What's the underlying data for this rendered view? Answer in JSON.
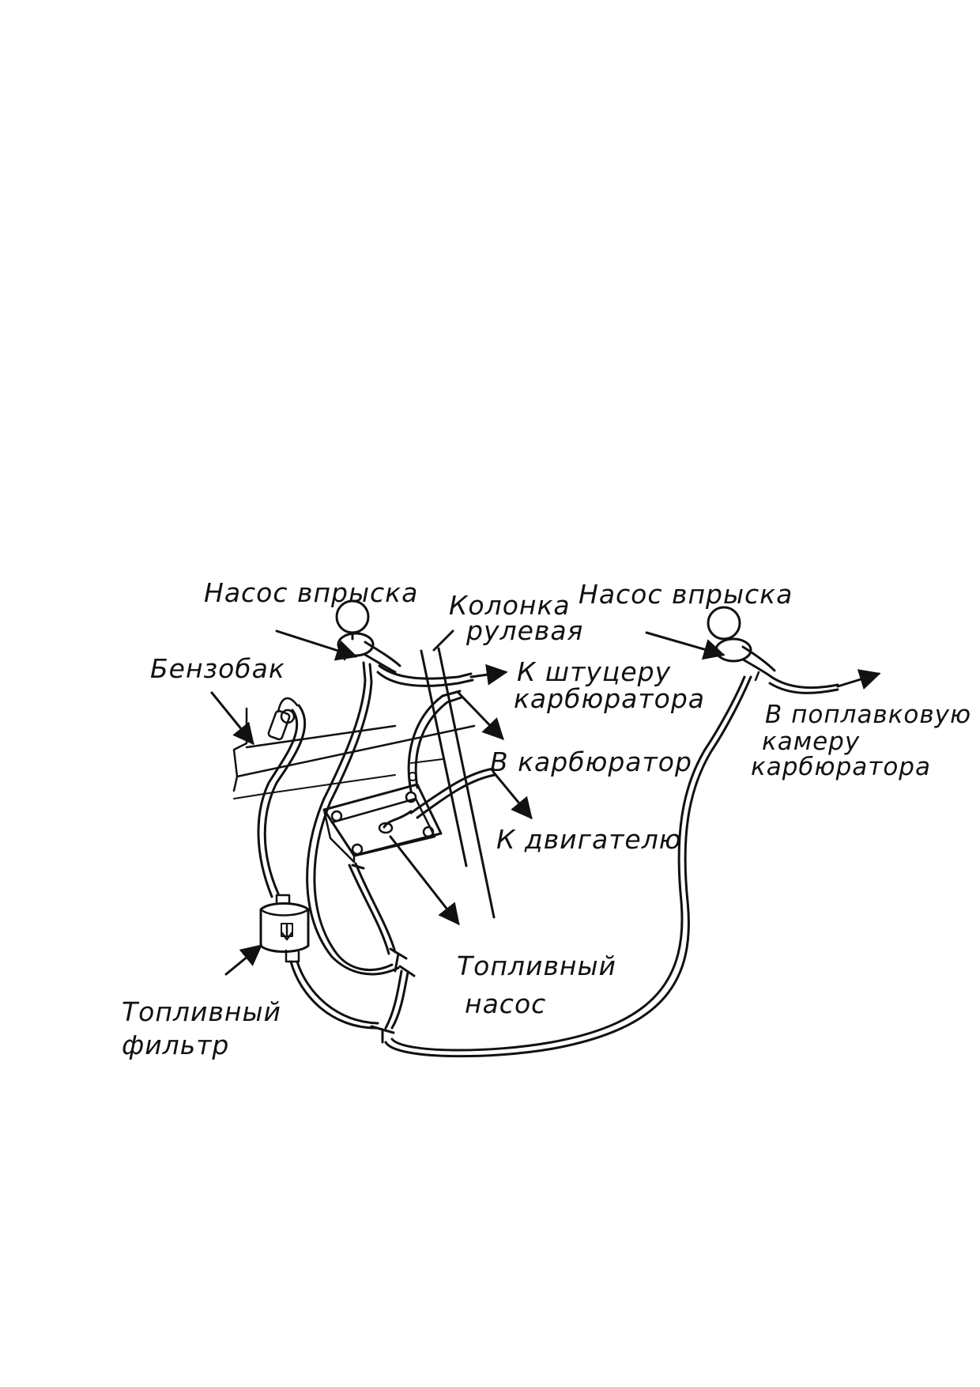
{
  "labels": {
    "pump_left": "Насос впрыска",
    "pump_right": "Насос впрыска",
    "steering_line1": "Колонка",
    "steering_line2": "рулевая",
    "fuel_tank": "Бензобак",
    "to_fitting_line1": "К штуцеру",
    "to_fitting_line2": "карбюратора",
    "to_carburetor": "В карбюратор",
    "to_engine": "К двигателю",
    "float_line1": "В поплавковую",
    "float_line2": "камеру",
    "float_line3": "карбюратора",
    "fuel_pump_line1": "Топливный",
    "fuel_pump_line2": "насос",
    "fuel_filter_line1": "Топливный",
    "fuel_filter_line2": "фильтр"
  },
  "colors": {
    "ink": "#111111",
    "background": "#ffffff"
  }
}
